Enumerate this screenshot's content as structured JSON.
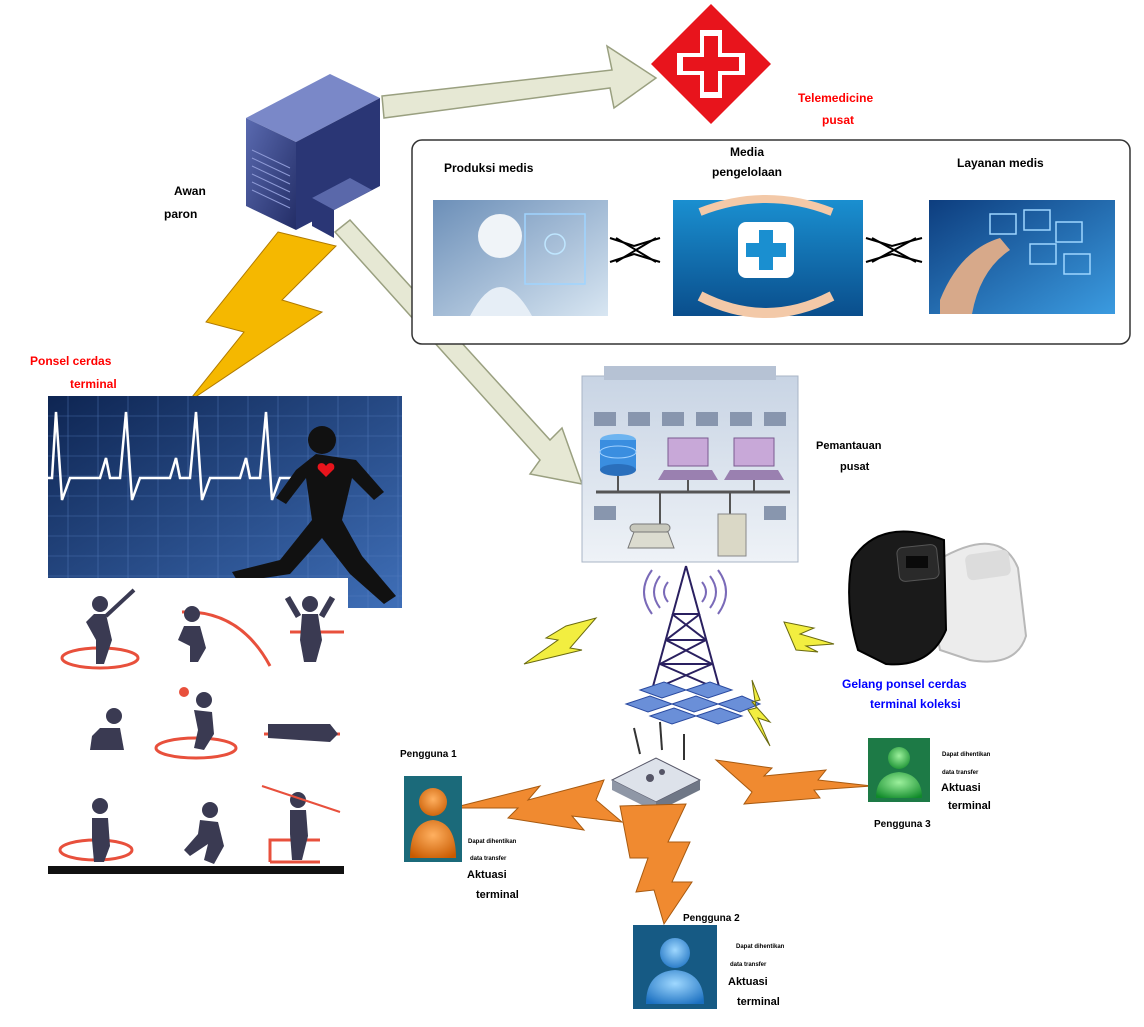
{
  "cloud_server": {
    "label_line1": "Awan",
    "label_line2": "paron"
  },
  "telemedicine_center": {
    "label_line1": "Telemedicine",
    "label_line2": "pusat"
  },
  "medical_panel": {
    "products_label": "Produksi medis",
    "management_label_line1": "Media",
    "management_label_line2": "pengelolaan",
    "services_label": "Layanan medis"
  },
  "smartphone": {
    "label_line1": "Ponsel cerdas",
    "label_line2": "terminal"
  },
  "monitoring_center": {
    "label_line1": "Pemantauan",
    "label_line2": "pusat"
  },
  "bracelet": {
    "label_line1": "Gelang ponsel cerdas",
    "label_line2": "terminal koleksi"
  },
  "users": [
    {
      "name": "Pengguna 1",
      "note_line1": "Dapat dihentikan",
      "note_line2": "data transfer",
      "role_line1": "Aktuasi",
      "role_line2": "terminal"
    },
    {
      "name": "Pengguna 2",
      "note_line1": "Dapat dihentikan",
      "note_line2": "data transfer",
      "role_line1": "Aktuasi",
      "role_line2": "terminal"
    },
    {
      "name": "Pengguna 3",
      "note_line1": "Dapat dihentikan",
      "note_line2": "data transfer",
      "role_line1": "Aktuasi",
      "role_line2": "terminal"
    }
  ],
  "colors": {
    "arrow_fill": "#e6e8d4",
    "lightning_yellow": "#f5b800",
    "lightning_orange": "#f08a30",
    "cross_red": "#e8141c",
    "server_blue": "#3a4a8c",
    "ecg_bg": "#1d3f7a",
    "user1": "#e4700c",
    "user2": "#2f8fd8",
    "user3": "#1fa83a"
  }
}
